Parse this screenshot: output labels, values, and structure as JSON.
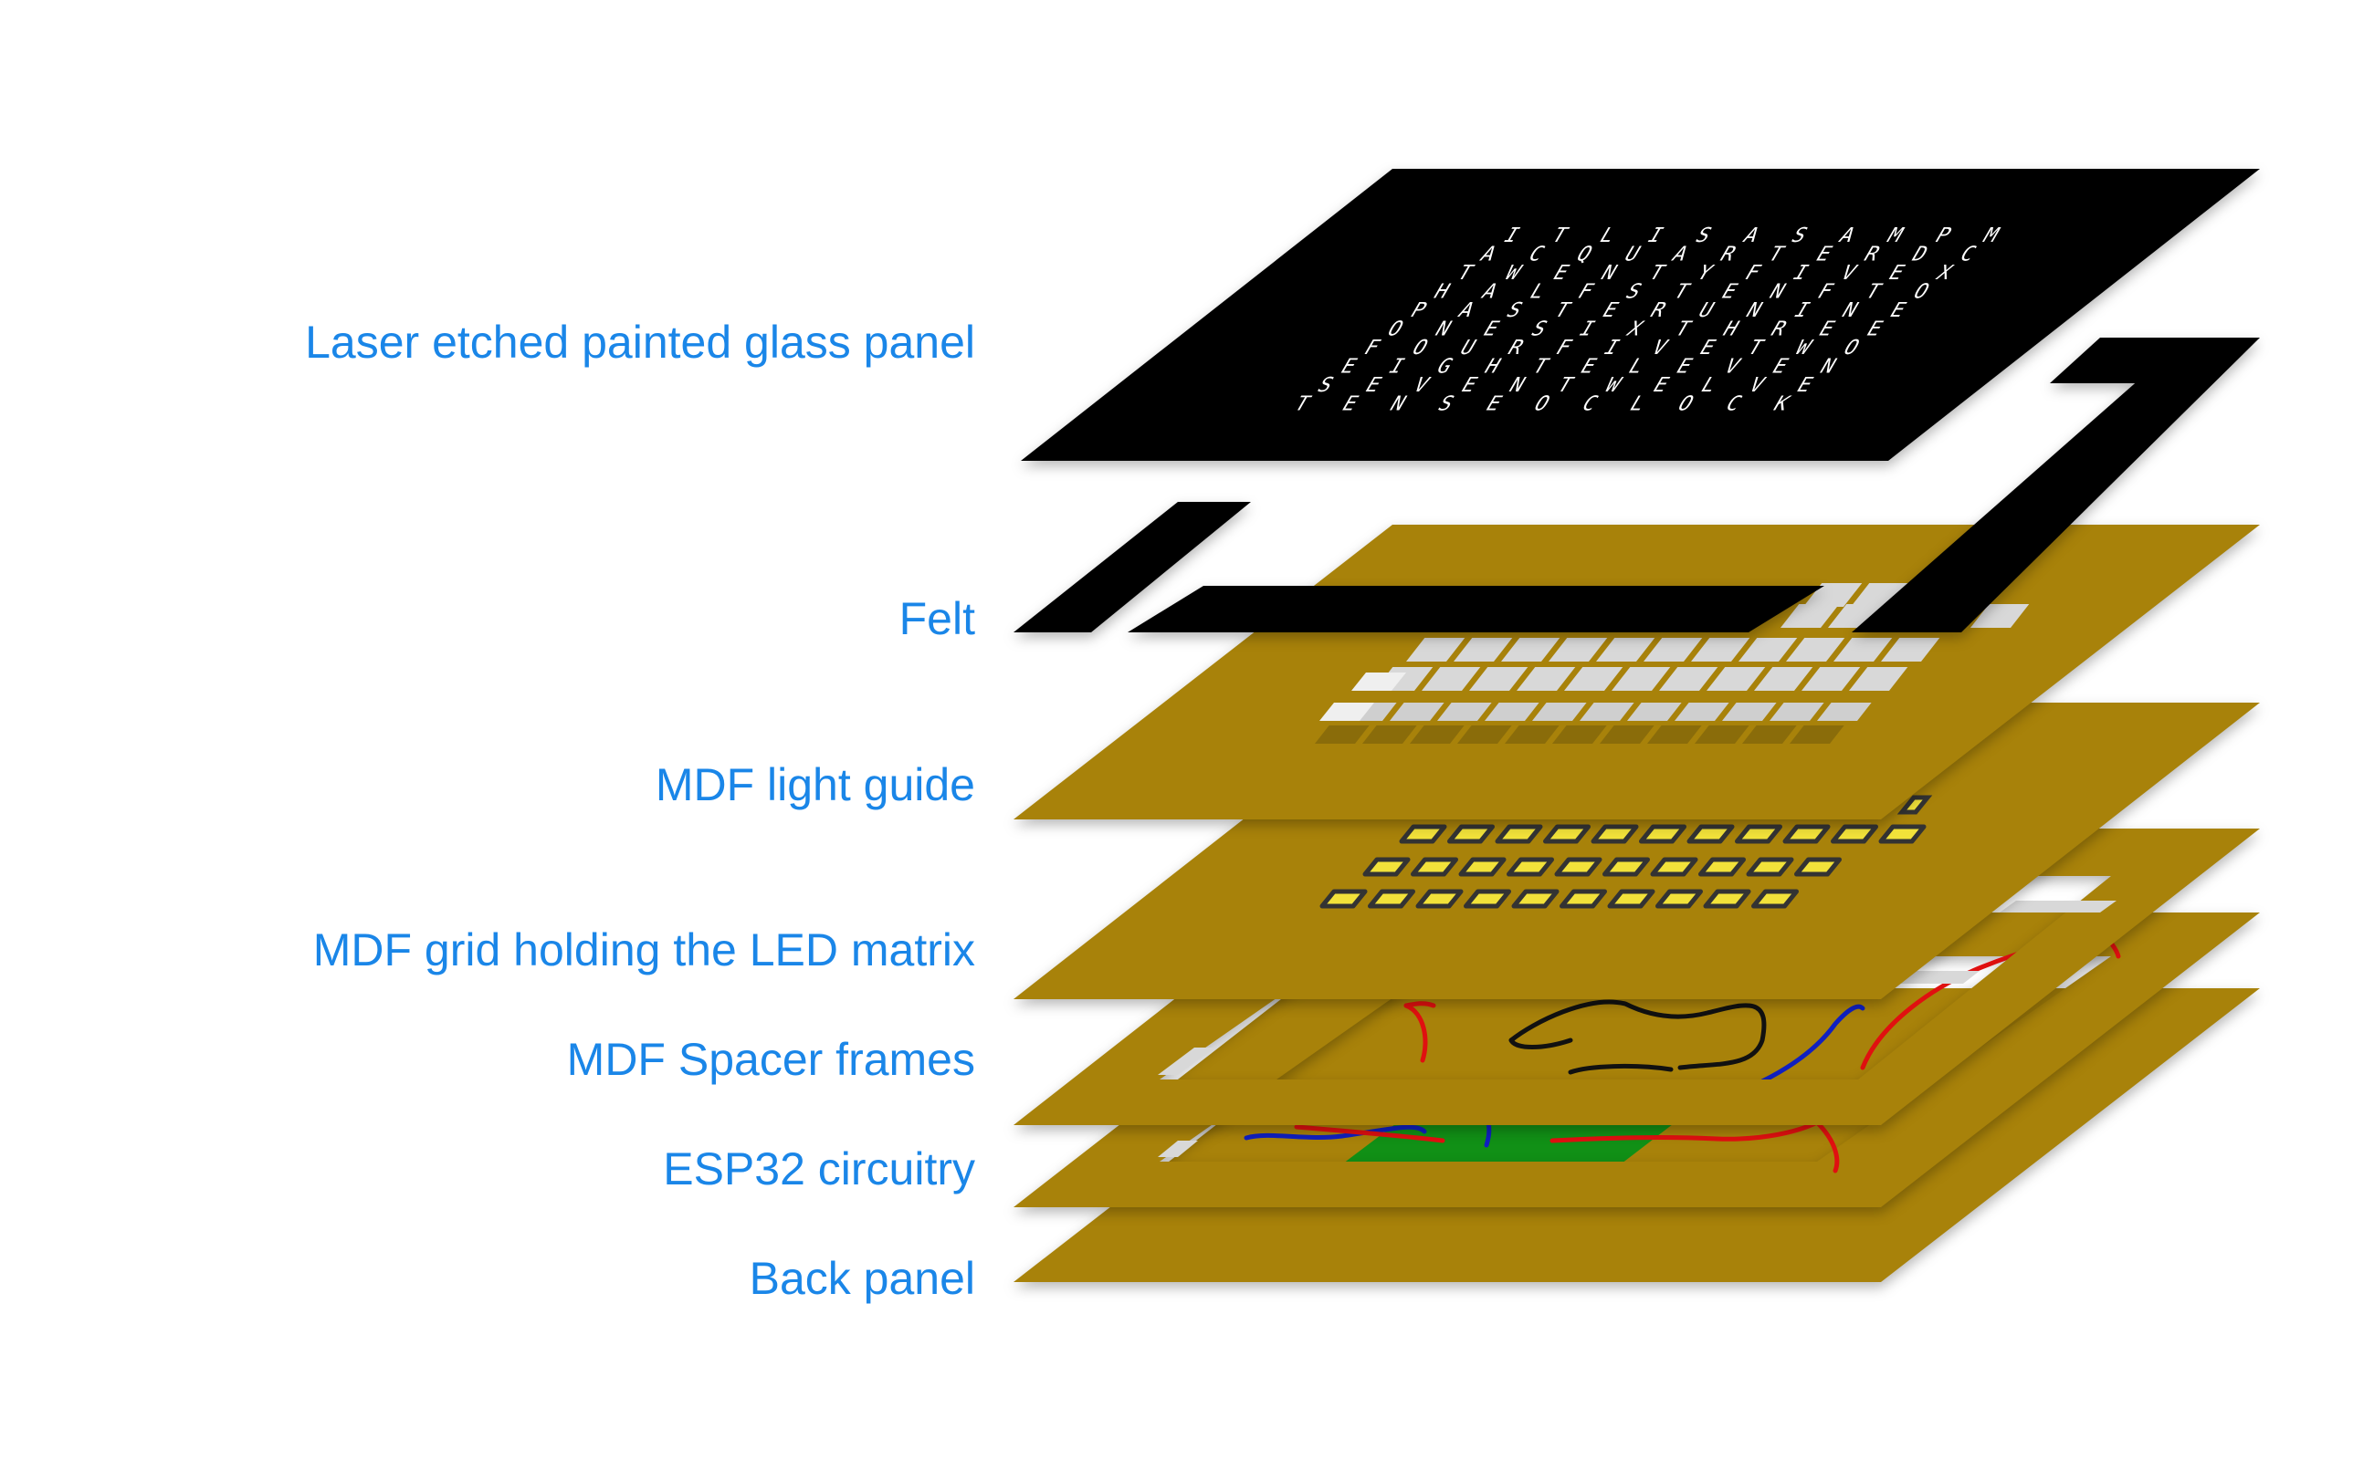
{
  "diagram": {
    "labels": {
      "glass": "Laser etched painted glass panel",
      "felt": "Felt",
      "light_guide": "MDF light guide",
      "led_grid": "MDF grid holding the LED matrix",
      "spacer": "MDF Spacer frames",
      "esp32": "ESP32 circuitry",
      "back": "Back panel"
    },
    "glass_letter_rows": [
      "ITLISASAMPM",
      "ACQUARTERDC",
      "TWENTYFIVEX",
      "HALFSTENFTO",
      "PASTERUNINE",
      "ONESIXTHREE",
      "FOURFIVETWO",
      "EIGHTELEVEN",
      "SEVENTWELVE",
      "TENSEOCLOCK"
    ],
    "colors": {
      "label_text": "#1a86e8",
      "mdf": "#a8820a",
      "mdf_edge": "#8e6d07",
      "glass": "#000000",
      "felt": "#000000",
      "pcb": "#119016",
      "led_fill": "#f2e23a",
      "wire_red": "#e01010",
      "wire_blue": "#1020c0",
      "wire_black": "#111111",
      "cutout": "#d8d8d8"
    }
  }
}
